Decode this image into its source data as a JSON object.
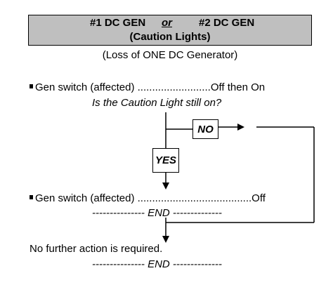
{
  "header": {
    "gen1": "#1 DC GEN",
    "or": "or",
    "gen2": "#2 DC GEN",
    "caution": "(Caution Lights)"
  },
  "subtitle": "(Loss of ONE DC Generator)",
  "step1": {
    "label": "Gen switch (affected) ",
    "dots": ".........................",
    "action": "Off then On"
  },
  "question": "Is the Caution Light still on?",
  "branch_no": "NO",
  "branch_yes": "YES",
  "step2": {
    "label": "Gen switch (affected) ",
    "dots": ".......................................",
    "action": "Off"
  },
  "end1": "--------------- END --------------",
  "conclusion": "No further action is required.",
  "end2": "--------------- END --------------"
}
